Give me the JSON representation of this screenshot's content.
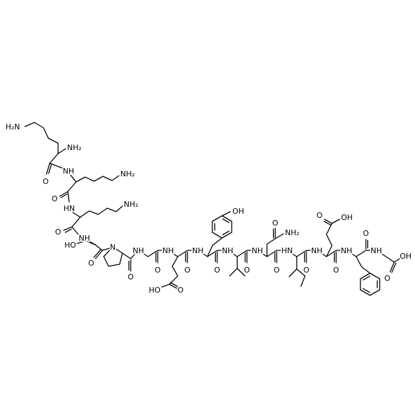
{
  "colors": {
    "background": "#ffffff",
    "bond": "#000000",
    "label": "#000000"
  },
  "structure": {
    "labels": [
      {
        "text": "H₂N"
      },
      {
        "text": "NH₂"
      },
      {
        "text": "O"
      },
      {
        "text": "NH"
      },
      {
        "text": "NH₂"
      },
      {
        "text": "O"
      },
      {
        "text": "HN"
      },
      {
        "text": "NH₂"
      },
      {
        "text": "O"
      },
      {
        "text": "NH"
      },
      {
        "text": "HO"
      },
      {
        "text": "O"
      },
      {
        "text": "N"
      },
      {
        "text": "O"
      },
      {
        "text": "NH"
      },
      {
        "text": "O"
      },
      {
        "text": "NH"
      },
      {
        "text": "HO"
      },
      {
        "text": "O"
      },
      {
        "text": "O"
      },
      {
        "text": "NH"
      },
      {
        "text": "OH"
      },
      {
        "text": "O"
      },
      {
        "text": "NH"
      },
      {
        "text": "O"
      },
      {
        "text": "NH"
      },
      {
        "text": "O"
      },
      {
        "text": "NH₂"
      },
      {
        "text": "O"
      },
      {
        "text": "HN"
      },
      {
        "text": "O"
      },
      {
        "text": "NH"
      },
      {
        "text": "O"
      },
      {
        "text": "OH"
      },
      {
        "text": "O"
      },
      {
        "text": "NH"
      },
      {
        "text": "O"
      },
      {
        "text": "NH"
      },
      {
        "text": "O"
      },
      {
        "text": "OH"
      }
    ]
  }
}
